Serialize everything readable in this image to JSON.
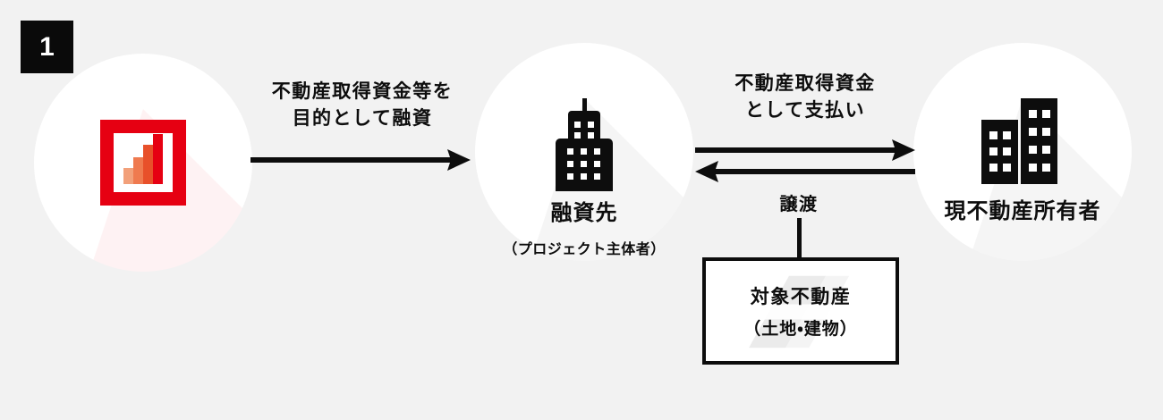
{
  "diagram": {
    "step_badge": "1",
    "background_color": "#f2f2f2",
    "accent_color": "#e60012",
    "ink_color": "#0d0d0d"
  },
  "nodes": [
    {
      "id": "project-chart",
      "icon": "red-bar-chart-icon",
      "title": "",
      "subtitle": ""
    },
    {
      "id": "borrower",
      "icon": "tower-building-icon",
      "title": "融資先",
      "subtitle": "（プロジェクト主体者）"
    },
    {
      "id": "current-owner",
      "icon": "two-buildings-icon",
      "title": "現不動産所有者",
      "subtitle": ""
    }
  ],
  "arrows": [
    {
      "id": "loan-arrow",
      "direction": "right",
      "label_lines": [
        "不動産取得資金等を",
        "目的として融資"
      ]
    },
    {
      "id": "payment-arrow",
      "direction": "right",
      "label_lines": [
        "不動産取得資金",
        "として支払い"
      ]
    },
    {
      "id": "transfer-arrow",
      "direction": "left",
      "label_lines": []
    }
  ],
  "connector": {
    "label": "譲渡"
  },
  "property_box": {
    "title": "対象不動産",
    "subtitle": "（土地・建物）"
  },
  "chart_icon": {
    "bars": [
      {
        "height": 18,
        "color": "#f2a07a"
      },
      {
        "height": 30,
        "color": "#ef7a4f"
      },
      {
        "height": 44,
        "color": "#e8502a"
      },
      {
        "height": 56,
        "color": "#e60012"
      }
    ]
  }
}
